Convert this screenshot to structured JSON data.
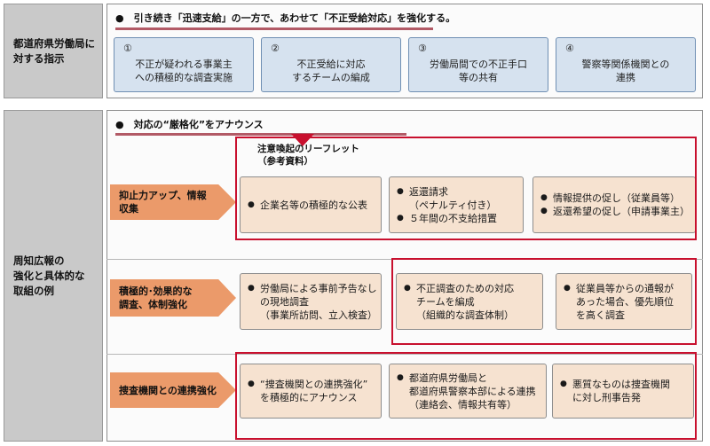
{
  "sections": {
    "top": {
      "side_label": "都道府県労働局に\n対する指示",
      "heading": "●　引き続き「迅速支給」の一方で、あわせて「不正受給対応」を強化する。",
      "boxes": [
        {
          "num": "①",
          "text": "不正が疑われる事業主\nへの積極的な調査実施"
        },
        {
          "num": "②",
          "text": "不正受給に対応\nするチームの編成"
        },
        {
          "num": "③",
          "text": "労働局間での不正手口\n等の共有"
        },
        {
          "num": "④",
          "text": "警察等関係機関との\n連携"
        }
      ]
    },
    "bottom": {
      "side_label": "周知広報の\n強化と具体的な\n取組の例",
      "heading": "●　対応の“厳格化”をアナウンス",
      "leaflet_label": "注意喚起のリーフレット\n（参考資料）",
      "rows": [
        {
          "label": "抑止力アップ、情報\n収集",
          "items": [
            [
              "企業名等の積極的な公表"
            ],
            [
              "返還請求\n（ペナルティ付き）",
              "５年間の不支給措置"
            ],
            [
              "情報提供の促し（従業員等）",
              "返還希望の促し（申請事業主）"
            ]
          ]
        },
        {
          "label": "積極的･効果的な\n調査、体制強化",
          "items": [
            [
              "労働局による事前予告なし\nの現地調査\n（事業所訪問、立入検査）"
            ],
            [
              "不正調査のための対応\nチームを編成\n（組織的な調査体制）"
            ],
            [
              "従業員等からの通報が\nあった場合、優先順位\nを高く調査"
            ]
          ]
        },
        {
          "label": "捜査機関との連携強化",
          "items": [
            [
              "“捜査機関との連携強化”\nを積極的にアナウンス"
            ],
            [
              "都道府県労働局と\n都道府県警察本部による連携\n（連絡会、情報共有等）"
            ],
            [
              "悪質なものは捜査機関\nに対し刑事告発"
            ]
          ]
        }
      ]
    }
  },
  "colors": {
    "side_gray": "#c9c9c9",
    "blue_box": "#d6e2ef",
    "arrow_orange": "#eb9a6a",
    "tan_box": "#f6e2d0",
    "red_frame": "#c8102e",
    "underline": "#b25a66"
  }
}
